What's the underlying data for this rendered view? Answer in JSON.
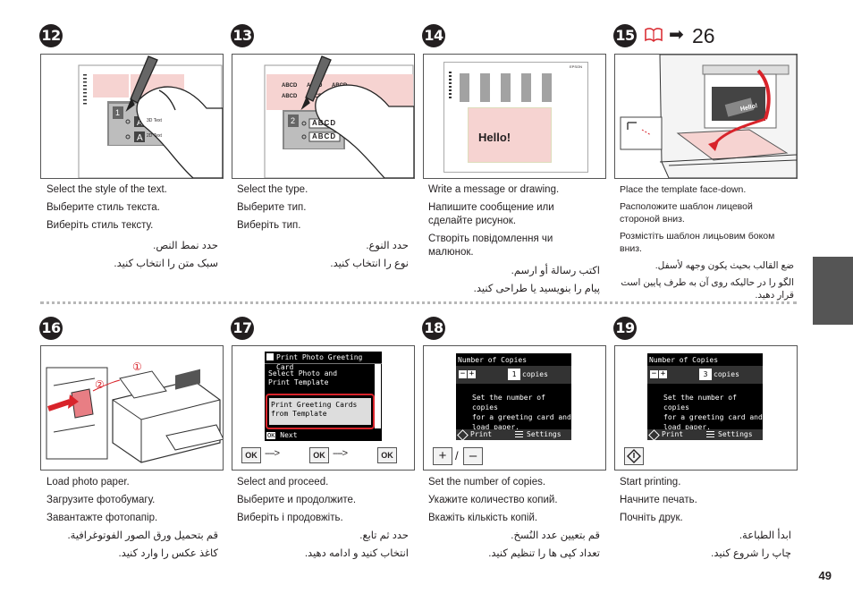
{
  "steps": [
    {
      "num": "12",
      "lines": [
        "Select the style of the text.",
        "Выберите стиль текста.",
        "Виберіть стиль тексту."
      ],
      "rtl": [
        "حدد نمط النص.",
        "سبک متن را انتخاب کنید."
      ],
      "panel": {
        "row_label": "1",
        "opt_a": "3D Text",
        "opt_b": "2D Text"
      }
    },
    {
      "num": "13",
      "lines": [
        "Select the type.",
        "Выберите тип.",
        "Виберіть тип."
      ],
      "rtl": [
        "حدد النوع.",
        "نوع را انتخاب کنید."
      ],
      "panel": {
        "row_label": "2",
        "text": "ABCD"
      }
    },
    {
      "num": "14",
      "lines": [
        "Write a message or drawing.",
        "Напишите сообщение или сделайте рисунок.",
        "Створіть повідомлення чи малюнок."
      ],
      "rtl": [
        "اكتب رسالة أو ارسم.",
        "پیام را بنویسید یا طراحی کنید."
      ],
      "sheet": {
        "brand": "EPSON",
        "message": "Hello!"
      }
    },
    {
      "num": "15",
      "ref_page": "26",
      "lines": [
        "Place the template face-down.",
        "Расположите шаблон лицевой стороной вниз.",
        "Розмістіть шаблон лицьовим боком вниз."
      ],
      "rtl": [
        "ضع القالب بحيث يكون وجهه لأسفل.",
        "الگو را در حالیکه روی آن به طرف پایین است قرار دهید."
      ],
      "sheet": {
        "message": "Hello!"
      }
    },
    {
      "num": "16",
      "lines": [
        "Load photo paper.",
        "Загрузите фотобумагу.",
        "Завантажте фотопапір."
      ],
      "rtl": [
        "قم بتحميل ورق الصور الفوتوغرافية.",
        "کاغذ عکس را وارد کنید."
      ],
      "callouts": [
        "①",
        "②"
      ]
    },
    {
      "num": "17",
      "lines": [
        "Select and proceed.",
        "Выберите и продолжите.",
        "Виберіть і продовжіть."
      ],
      "rtl": [
        "حدد ثم تابع.",
        "انتخاب کنید و ادامه دهید."
      ],
      "screen": {
        "title": "Print Photo Greeting Card",
        "item_1a": "Select Photo and",
        "item_1b": "Print Template",
        "item_2a": "Print Greeting Cards",
        "item_2b": "from Template",
        "ok_label": "OK",
        "next_label": "Next"
      },
      "buttons": [
        "OK",
        "OK",
        "OK"
      ]
    },
    {
      "num": "18",
      "lines": [
        "Set the number of copies.",
        "Укажите количество копий.",
        "Вкажіть кількість копій."
      ],
      "rtl": [
        "قم بتعيين عدد النُسخ.",
        "تعداد کپی ها را تنظیم کنید."
      ],
      "screen": {
        "title": "Number of Copies",
        "count": "1",
        "copies_label": "copies",
        "msg_a": "Set the number of copies",
        "msg_b": "for a greeting card and",
        "msg_c": "load paper.",
        "print_label": "Print",
        "settings_label": "Settings"
      },
      "buttons": [
        "+",
        "/",
        "–"
      ]
    },
    {
      "num": "19",
      "lines": [
        "Start printing.",
        "Начните печать.",
        "Почніть друк."
      ],
      "rtl": [
        "ابدأ الطباعة.",
        "چاپ را شروع کنید."
      ],
      "screen": {
        "title": "Number of Copies",
        "count": "3",
        "copies_label": "copies",
        "msg_a": "Set the number of copies",
        "msg_b": "for a greeting card and",
        "msg_c": "load paper.",
        "print_label": "Print",
        "settings_label": "Settings"
      },
      "buttons": [
        "start"
      ]
    }
  ],
  "page_number": "49",
  "colors": {
    "accent": "#231f20",
    "highlight": "#d8232a",
    "pink": "#f6d3d1"
  }
}
